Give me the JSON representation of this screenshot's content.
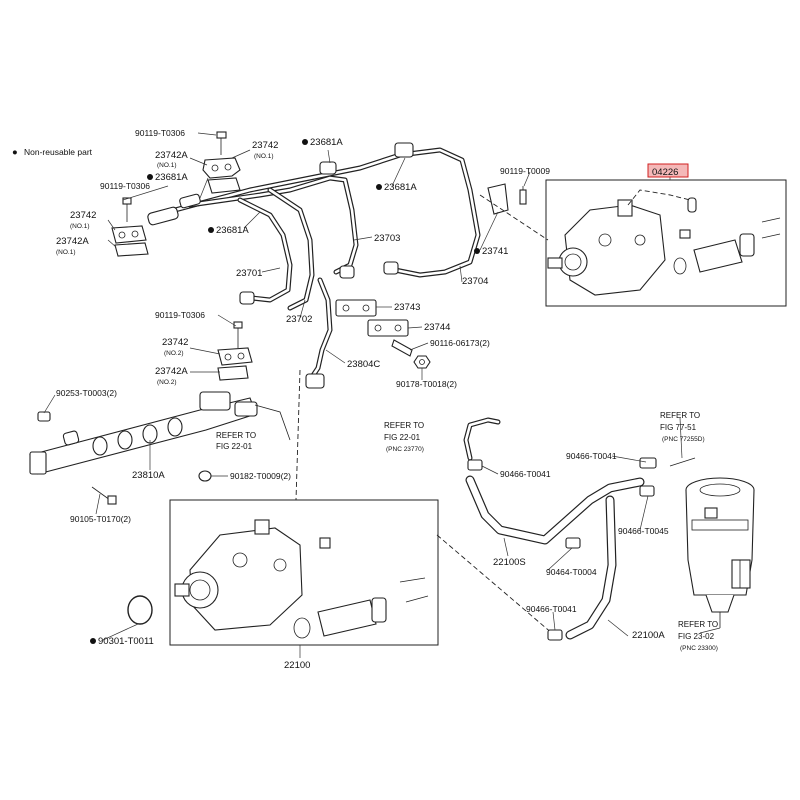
{
  "legend": {
    "bullet": "●",
    "text": "Non-reusable part"
  },
  "labels": {
    "p90119_t0306_top": "90119-T0306",
    "p23742_top": "23742",
    "no1_a": "(NO.1)",
    "p23742A_top": "23742A",
    "no1_b": "(NO.1)",
    "p23681A_1": "23681A",
    "p90119_t0306_left": "90119-T0306",
    "p23742_left": "23742",
    "no1_c": "(NO.1)",
    "p23742A_left": "23742A",
    "no1_d": "(NO.1)",
    "p23681A_2": "23681A",
    "p23681A_3": "23681A",
    "p23681A_4": "23681A",
    "p90119_t0009": "90119-T0009",
    "p23741": "23741",
    "p23703": "23703",
    "p23704": "23704",
    "p04226": "04226",
    "p23701": "23701",
    "p23702": "23702",
    "p90119_t0306_mid": "90119-T0306",
    "p23743": "23743",
    "p23744": "23744",
    "p90116": "90116-06173(2)",
    "p23742_mid": "23742",
    "no2_a": "(NO.2)",
    "p23742A_mid": "23742A",
    "no2_b": "(NO.2)",
    "p23804C": "23804C",
    "p90178": "90178-T0018(2)",
    "p90253": "90253-T0003(2)",
    "refer1_a": "REFER TO",
    "refer1_b": "FIG 22-01",
    "p23810A": "23810A",
    "p90182": "90182-T0009(2)",
    "p90105": "90105-T0170(2)",
    "refer2_a": "REFER TO",
    "refer2_b": "FIG 22-01",
    "refer2_c": "(PNC 23770)",
    "p90466_t0041_a": "90466-T0041",
    "p90466_t0041_b": "90466-T0041",
    "refer3_a": "REFER TO",
    "refer3_b": "FIG 77-51",
    "refer3_c": "(PNC 77255D)",
    "p22100S": "22100S",
    "p90466_t0045": "90466-T0045",
    "p90464_t0004": "90464-T0004",
    "p90466_t0041_c": "90466-T0041",
    "p22100A": "22100A",
    "refer4_a": "REFER TO",
    "refer4_b": "FIG 23-02",
    "refer4_c": "(PNC 23300)",
    "p90301_t0011": "90301-T0011",
    "p22100": "22100"
  },
  "colors": {
    "line": "#222222",
    "highlight_fill": "#f4b8b8",
    "highlight_stroke": "#d02020",
    "background": "#ffffff"
  },
  "icons": [
    "bullet-icon",
    "bolt-icon",
    "clamp-icon",
    "fuel-pump-icon",
    "fuel-filter-icon"
  ]
}
